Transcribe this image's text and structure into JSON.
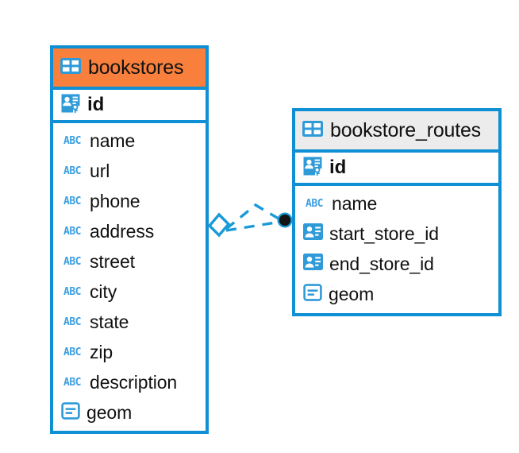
{
  "diagram": {
    "type": "entity-relationship-diagram",
    "background_color": "#ffffff",
    "accent_color": "#0f8fd4",
    "highlight_color": "#f8803c",
    "header_grey": "#ececec"
  },
  "tables": [
    {
      "name": "bookstores",
      "header_style": "orange",
      "primary_key": {
        "label": "id",
        "icon": "primary-key-icon"
      },
      "fields": [
        {
          "label": "name",
          "icon": "abc-text-icon",
          "icon_text": "ABC"
        },
        {
          "label": "url",
          "icon": "abc-text-icon",
          "icon_text": "ABC"
        },
        {
          "label": "phone",
          "icon": "abc-text-icon",
          "icon_text": "ABC"
        },
        {
          "label": "address",
          "icon": "abc-text-icon",
          "icon_text": "ABC"
        },
        {
          "label": "street",
          "icon": "abc-text-icon",
          "icon_text": "ABC"
        },
        {
          "label": "city",
          "icon": "abc-text-icon",
          "icon_text": "ABC"
        },
        {
          "label": "state",
          "icon": "abc-text-icon",
          "icon_text": "ABC"
        },
        {
          "label": "zip",
          "icon": "abc-text-icon",
          "icon_text": "ABC"
        },
        {
          "label": "description",
          "icon": "abc-text-icon",
          "icon_text": "ABC"
        },
        {
          "label": "geom",
          "icon": "geometry-icon",
          "icon_text": ""
        }
      ]
    },
    {
      "name": "bookstore_routes",
      "header_style": "grey",
      "primary_key": {
        "label": "id",
        "icon": "primary-key-icon"
      },
      "fields": [
        {
          "label": "name",
          "icon": "abc-text-icon",
          "icon_text": "ABC"
        },
        {
          "label": "start_store_id",
          "icon": "foreign-key-icon",
          "icon_text": ""
        },
        {
          "label": "end_store_id",
          "icon": "foreign-key-icon",
          "icon_text": ""
        },
        {
          "label": "geom",
          "icon": "geometry-icon",
          "icon_text": ""
        }
      ]
    }
  ],
  "relationship": {
    "style": "dashed",
    "color": "#1a9ad7",
    "source_marker": "open-diamond",
    "target_marker": "filled-circle"
  }
}
